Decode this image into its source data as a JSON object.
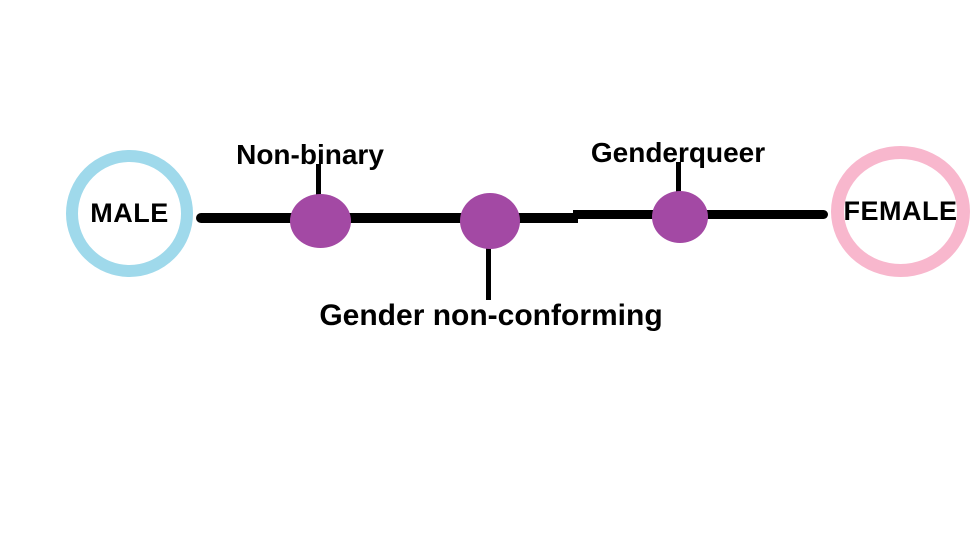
{
  "diagram": {
    "type": "spectrum",
    "description": "Gender spectrum line diagram",
    "endpoints": [
      {
        "id": "male",
        "label": "MALE",
        "ring_color": "#9FD9EB",
        "position": "left-end"
      },
      {
        "id": "female",
        "label": "FEMALE",
        "ring_color": "#F8B7CD",
        "position": "right-end"
      }
    ],
    "nodes": [
      {
        "id": "non-binary",
        "label": "Non-binary",
        "label_position": "above",
        "dot_color": "#A349A4"
      },
      {
        "id": "gender-non-conforming",
        "label": "Gender non-conforming",
        "label_position": "below",
        "dot_color": "#A349A4"
      },
      {
        "id": "genderqueer",
        "label": "Genderqueer",
        "label_position": "above",
        "dot_color": "#A349A4"
      }
    ],
    "colors": {
      "male_ring": "#9FD9EB",
      "female_ring": "#F8B7CD",
      "dot": "#A349A4",
      "line": "#000000",
      "text": "#000000",
      "background": "#FFFFFF"
    }
  }
}
